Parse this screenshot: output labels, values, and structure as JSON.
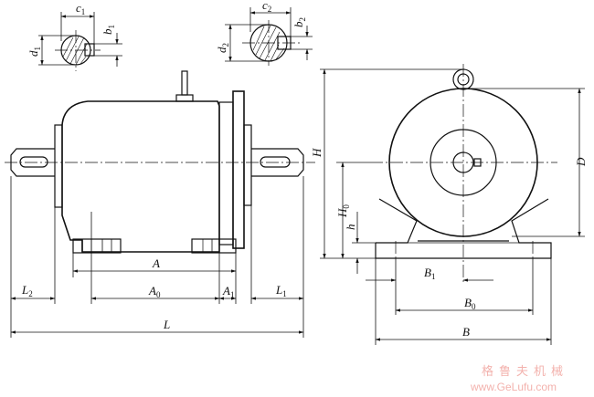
{
  "dimensions": {
    "c1": {
      "base": "c",
      "sub": "1"
    },
    "b1": {
      "base": "b",
      "sub": "1"
    },
    "d1": {
      "base": "d",
      "sub": "1"
    },
    "c2": {
      "base": "c",
      "sub": "2"
    },
    "b2": {
      "base": "b",
      "sub": "2"
    },
    "d2": {
      "base": "d",
      "sub": "2"
    },
    "A": {
      "base": "A",
      "sub": ""
    },
    "A0": {
      "base": "A",
      "sub": "0"
    },
    "A1": {
      "base": "A",
      "sub": "1"
    },
    "L": {
      "base": "L",
      "sub": ""
    },
    "L1": {
      "base": "L",
      "sub": "1"
    },
    "L2": {
      "base": "L",
      "sub": "2"
    },
    "H": {
      "base": "H",
      "sub": ""
    },
    "H0": {
      "base": "H",
      "sub": "0"
    },
    "h": {
      "base": "h",
      "sub": ""
    },
    "D": {
      "base": "D",
      "sub": ""
    },
    "B": {
      "base": "B",
      "sub": ""
    },
    "B0": {
      "base": "B",
      "sub": "0"
    },
    "B1": {
      "base": "B",
      "sub": "1"
    }
  },
  "watermark": {
    "cn": "格鲁夫机械",
    "url": "www.GeLufu.com"
  }
}
